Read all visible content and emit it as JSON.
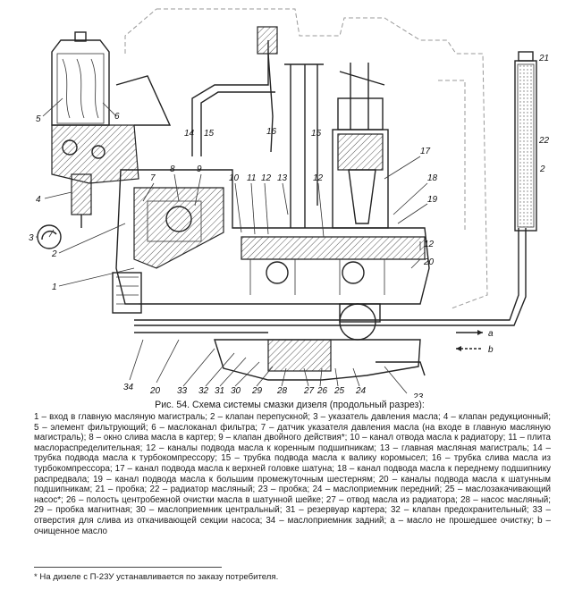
{
  "figure": {
    "callouts": [
      "1",
      "2",
      "3",
      "4",
      "5",
      "6",
      "7",
      "8",
      "9",
      "10",
      "11",
      "12",
      "12",
      "12",
      "13",
      "14",
      "15",
      "15",
      "16",
      "17",
      "18",
      "19",
      "20",
      "20",
      "21",
      "2",
      "22",
      "23",
      "24",
      "25",
      "26",
      "27",
      "28",
      "29",
      "30",
      "31",
      "32",
      "33",
      "34"
    ],
    "flow_marks": [
      "a",
      "b"
    ]
  },
  "caption": "Рис. 54. Схема системы смазки дизеля (продольный разрез):",
  "legend": [
    "1 – вход в главную масляную магистраль;",
    "2 – клапан перепускной;",
    "3 – указатель давления масла;",
    "4 – клапан редукционный;",
    "5 – элемент фильтрующий;",
    "6 – маслоканал фильтра;",
    "7 – датчик указателя давления масла (на входе в главную масляную магистраль);",
    "8 – окно слива масла в картер;",
    "9 – клапан двойного действия*;",
    "10 – канал отвода масла к радиатору;",
    "11 – плита маслораспределительная;",
    "12 – каналы подвода масла к коренным подшипникам;",
    "13 – главная масляная магистраль;",
    "14 – трубка подвода масла к турбокомпрессору;",
    "15 – трубка подвода масла к валику коромысел;",
    "16 – трубка слива масла из турбокомпрессора;",
    "17 – канал подвода масла к верхней головке шатуна;",
    "18 – канал подвода масла к переднему подшипнику распредвала;",
    "19 – канал подвода масла к большим промежуточным шестерням;",
    "20 – каналы подвода масла к шатунным подшипникам;",
    "21 – пробка;",
    "22 – радиатор масляный;",
    "23 – пробка;",
    "24 – маслоприемник передний;",
    "25 – маслозакачивающий насос*;",
    "26 – полость центробежной очистки масла в шатунной шейке;",
    "27 – отвод масла из радиатора;",
    "28 – насос масляный;",
    "29 – пробка магнитная;",
    "30 – маслоприемник центральный;",
    "31 – резервуар картера;",
    "32 – клапан предохранительный;",
    "33 – отверстия для слива из откачивающей секции насоса;",
    "34 – маслоприемник задний;",
    "а – масло не прошедшее очистку;",
    "b – очищенное масло"
  ],
  "footnote": "* На дизеле с П-23У устанавливается по заказу потребителя."
}
